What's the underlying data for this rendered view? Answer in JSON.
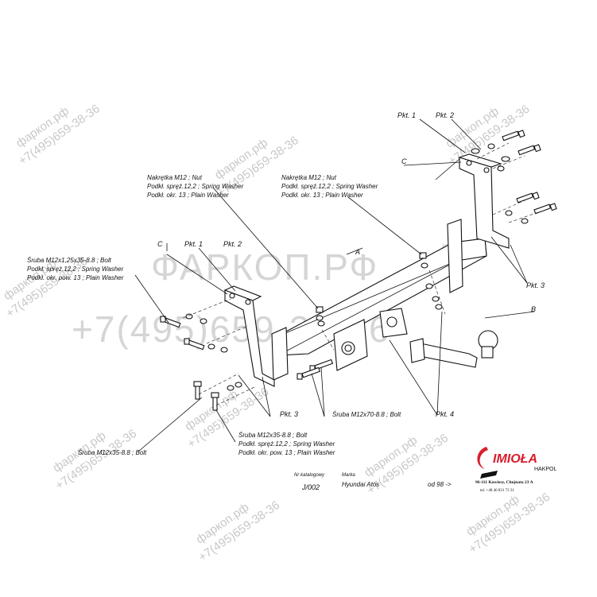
{
  "watermarks": {
    "site": "фаркоп.рф",
    "phone": "+7(495)659-38-36",
    "big_site": "ФАРКОП.РФ",
    "big_phone": "+7(495)659-38-36"
  },
  "labels": {
    "nut_group_1": [
      "Nakrętka M12 ; Nut",
      "Podkł. spręż.12,2 ; Spring Washer",
      "Podkł. okr. 13 ; Plain Washer"
    ],
    "nut_group_2": [
      "Nakrętka M12 ; Nut",
      "Podkł. spręż.12,2 ; Spring Washer",
      "Podkł. okr. 13 ; Plain Washer"
    ],
    "bolt_group_left": [
      "Śruba M12x1,25x35-8.8 ; Bolt",
      "Podkł. spręż.12,2 ; Spring Washer",
      "Podkł. okr. pow. 13 ; Plain Washer"
    ],
    "bolt_group_bottom": [
      "Śruba M12x35-8.8 ; Bolt",
      "Podkł. spręż.12,2 ; Spring Washer",
      "Podkł. okr. pow. 13 ; Plain Washer"
    ],
    "bolt_single": "Śruba M12x35-8.8 ; Bolt",
    "bolt_m12x70": "Śruba M12x70-8.8 ; Bolt"
  },
  "refs": {
    "pkt1_right": "Pkt. 1",
    "pkt2_right": "Pkt. 2",
    "c_right": "C",
    "pkt1_left": "Pkt. 1",
    "pkt2_left": "Pkt. 2",
    "c_left": "C",
    "a": "A",
    "b": "B",
    "pkt3_right": "Pkt. 3",
    "pkt3_left": "Pkt. 3",
    "pkt4": "Pkt. 4"
  },
  "footer": {
    "catalog_caption": "Nr katalogowy",
    "catalog_number": "J/002",
    "make_caption": "Marka",
    "make_value": "Hyundai Atos",
    "date": "od 98 ->",
    "brand": "IMIOŁA",
    "brand_sub": "HAKPOL",
    "address": "96-111 Kowiesy, Chojnata 23 A",
    "phone": "tel. +48 46 831 73 31"
  },
  "colors": {
    "ink": "#111111",
    "brand_red": "#d81e2b",
    "watermark": "#9a9a9a"
  }
}
